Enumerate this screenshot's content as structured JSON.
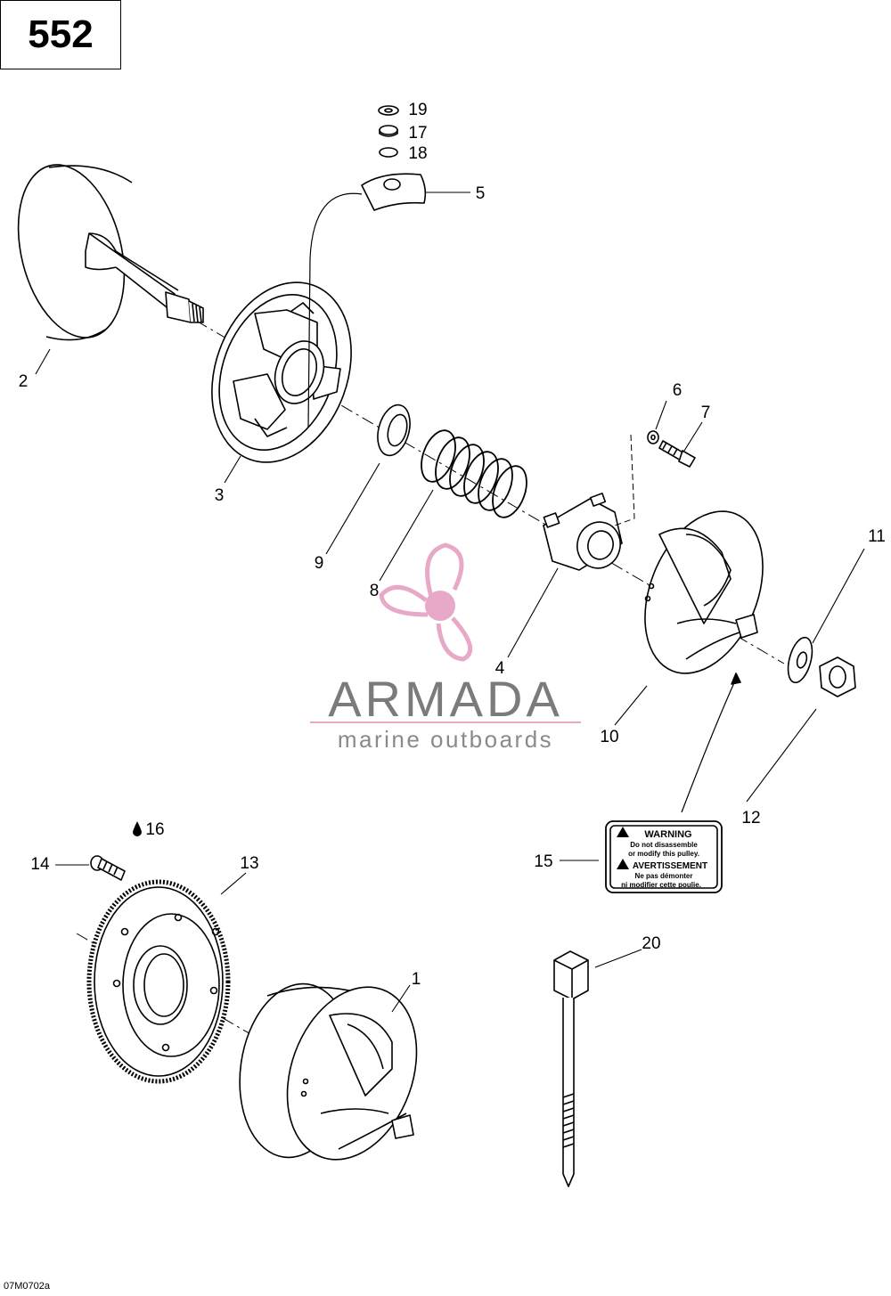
{
  "page_number": "552",
  "figure_code": "07M0702a",
  "watermark": {
    "brand": "ARMADA",
    "tagline": "marine outboards",
    "brand_color": "#7b7b7b",
    "accent_color": "#e8a9c9"
  },
  "callouts": {
    "c1": "1",
    "c2": "2",
    "c3": "3",
    "c4": "4",
    "c5": "5",
    "c6": "6",
    "c7": "7",
    "c8": "8",
    "c9": "9",
    "c10": "10",
    "c11": "11",
    "c12": "12",
    "c13": "13",
    "c14": "14",
    "c15": "15",
    "c16": "16",
    "c17": "17",
    "c18": "18",
    "c19": "19",
    "c20": "20"
  },
  "warning_label": {
    "line1": "WARNING",
    "line2": "Do not disassemble",
    "line3": "or modify this pulley.",
    "line4": "AVERTISSEMENT",
    "line5": "Ne pas démonter",
    "line6": "ni modifier cette poulie."
  },
  "icons": {
    "oil_drop": "oil-drop-icon",
    "warning_triangle": "warning-triangle-icon"
  }
}
